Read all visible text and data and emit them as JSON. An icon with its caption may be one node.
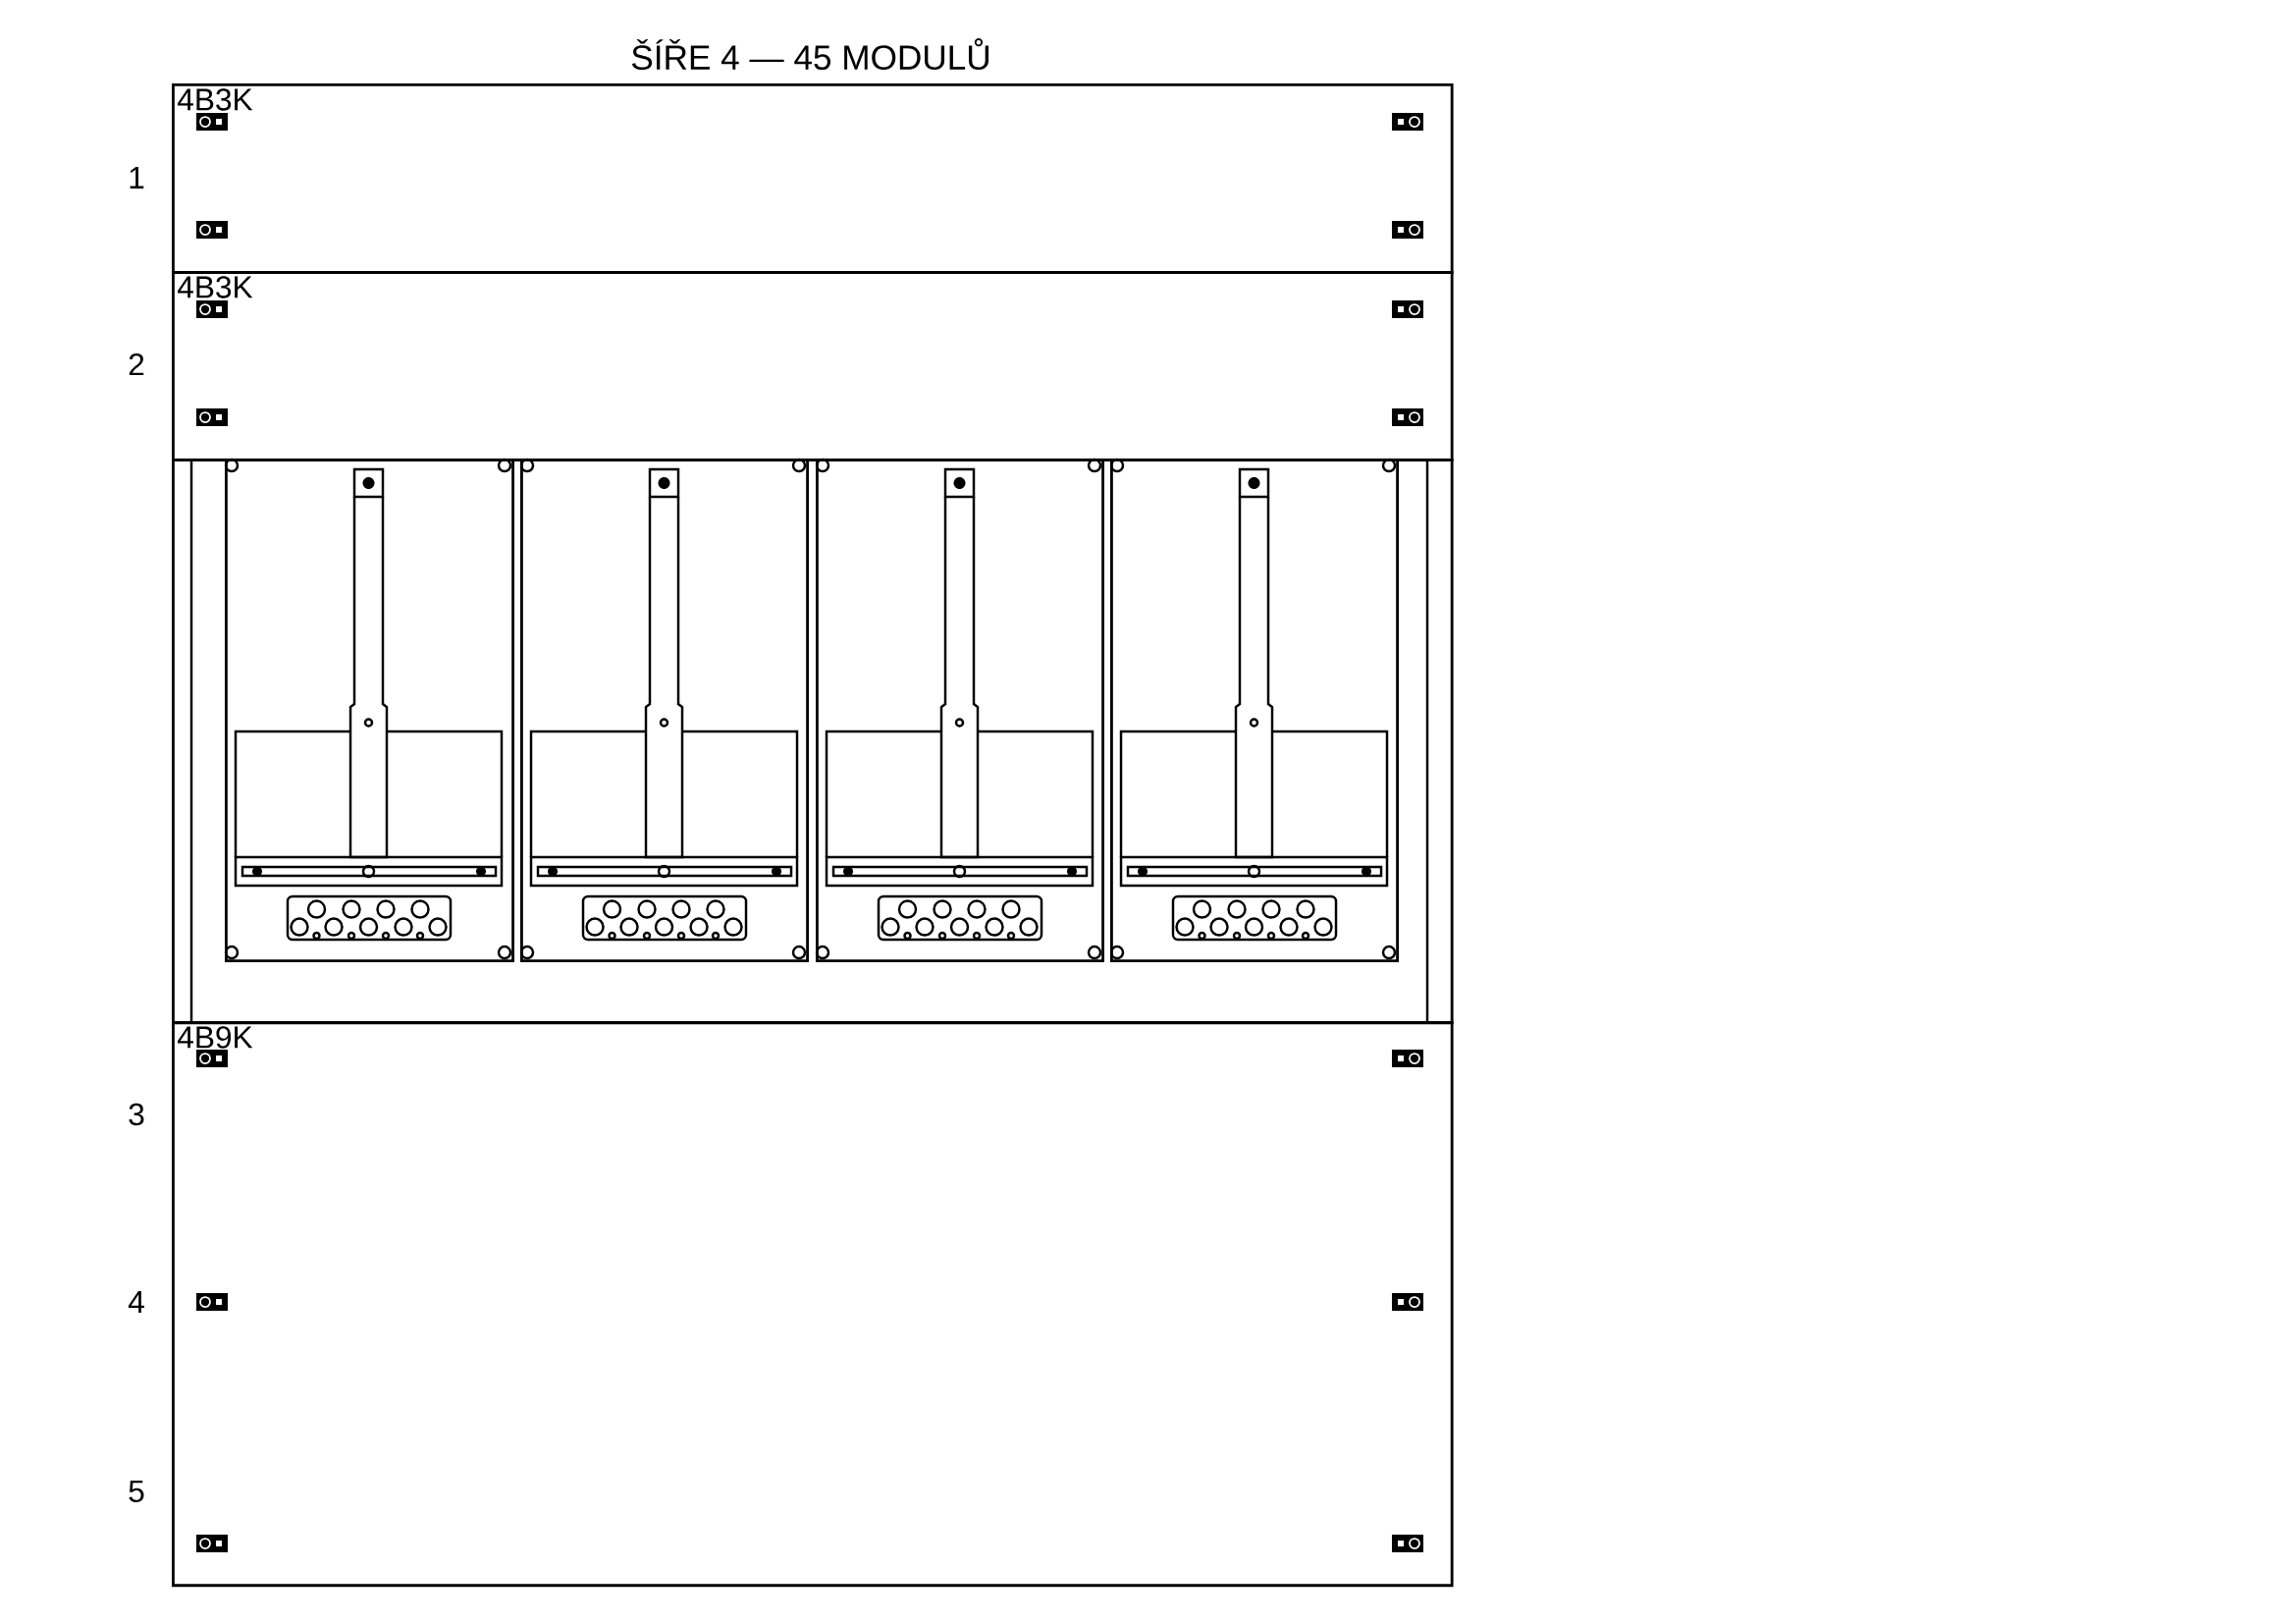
{
  "diagram": {
    "title": "ŠÍŘE 4 — 45 MODULŮ",
    "nodes": [
      {
        "text": [
          "4B3K"
        ]
      },
      {
        "text": [
          "4B3K"
        ]
      },
      {
        "text": [],
        "shape": "box"
      },
      {
        "text": [],
        "shape": "picture",
        "in": 2
      },
      {
        "text": [],
        "shape": "picture",
        "in": 2
      },
      {
        "text": [],
        "shape": "picture",
        "in": 2
      },
      {
        "text": [],
        "shape": "picture",
        "in": 2
      },
      {
        "text": [
          "4B9K"
        ]
      }
    ],
    "edges": [],
    "labels": [
      "1",
      "2",
      "3",
      "4",
      "5"
    ]
  }
}
